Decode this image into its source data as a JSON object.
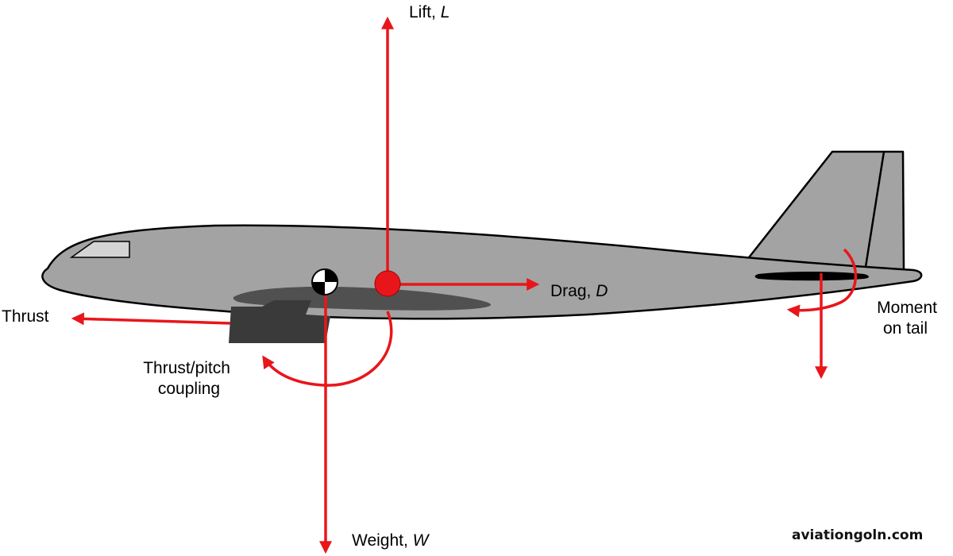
{
  "labels": {
    "lift": {
      "text": "Lift, ",
      "symbol": "L"
    },
    "drag": {
      "text": "Drag, ",
      "symbol": "D"
    },
    "weight": {
      "text": "Weight, ",
      "symbol": "W"
    },
    "thrust": "Thrust",
    "thrust_pitch_line1": "Thrust/pitch",
    "thrust_pitch_line2": "coupling",
    "moment_line1": "Moment",
    "moment_line2": "on tail"
  },
  "watermark": "aviationgoln.com",
  "colors": {
    "force_arrow": "#e8161b",
    "fuselage": "#a3a3a3",
    "wing": "#505050",
    "engine": "#3a3a3a",
    "outline": "#000000",
    "window": "#d4d4d4",
    "center_of_pressure": "#e8161b"
  }
}
